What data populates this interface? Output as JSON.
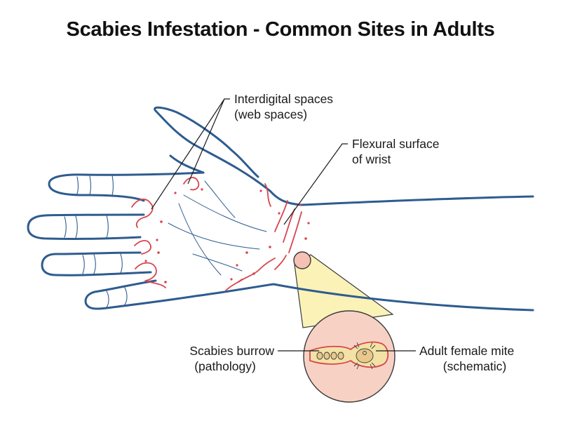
{
  "title": "Scabies Infestation - Common Sites in Adults",
  "labels": {
    "interdigital": [
      "Interdigital spaces",
      "(web spaces)"
    ],
    "wrist": [
      "Flexural surface",
      "of wrist"
    ],
    "burrow": [
      "Scabies burrow",
      "(pathology)"
    ],
    "mite": [
      "Adult female mite",
      "(schematic)"
    ]
  },
  "colors": {
    "outline": "#2e5c8f",
    "lesion": "#d7454f",
    "zoom_fill": "#f7d2c4",
    "burrow_fill": "#f3e2a6",
    "callout_fill": "#fbf2b8"
  }
}
